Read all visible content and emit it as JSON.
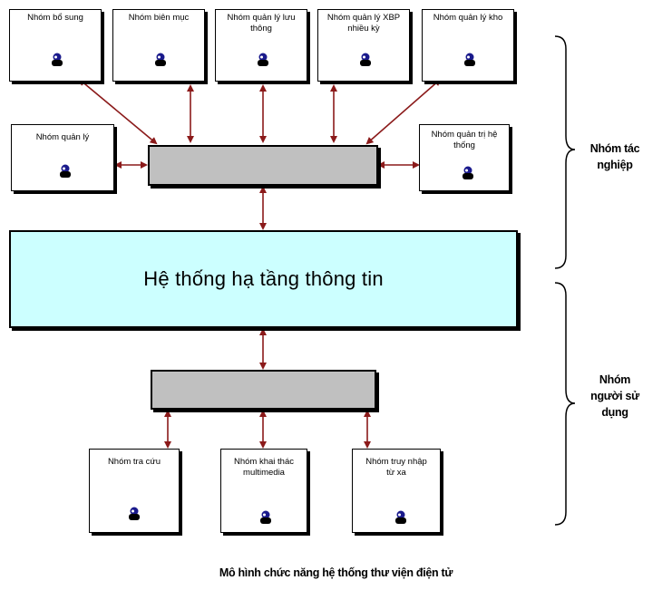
{
  "top_groups": [
    {
      "id": "bo-sung",
      "label": "Nhóm bổ sung"
    },
    {
      "id": "bien-muc",
      "label": "Nhóm biên mục"
    },
    {
      "id": "quan-ly-luu-thong",
      "label": "Nhóm quản lý lưu thông"
    },
    {
      "id": "quan-ly-xbp",
      "label": "Nhóm quản lý XBP nhiều kỳ"
    },
    {
      "id": "quan-ly-kho",
      "label": "Nhóm quản lý kho"
    }
  ],
  "side_groups": {
    "left": {
      "label": "Nhóm quản lý"
    },
    "right": {
      "label": "Nhóm quản trị hệ thống"
    }
  },
  "infrastructure": {
    "label": "Hệ thống hạ tầng thông tin"
  },
  "bottom_groups": [
    {
      "id": "tra-cuu",
      "label": "Nhóm tra cứu"
    },
    {
      "id": "khai-thac-multimedia",
      "label": "Nhóm khai thác multimedia"
    },
    {
      "id": "truy-nhap-tu-xa",
      "label": "Nhóm truy nhập từ xa"
    }
  ],
  "brackets": {
    "operations": "Nhóm tác nghiệp",
    "users": "Nhóm người sử dụng"
  },
  "caption": "Mô hình chức năng hệ thống thư viện điện tử",
  "colors": {
    "arrow": "#8b1a1a",
    "infrastructure_fill": "#ccffff",
    "hub_fill": "#c0c0c0"
  },
  "icons": {
    "user": "user-group-icon"
  }
}
